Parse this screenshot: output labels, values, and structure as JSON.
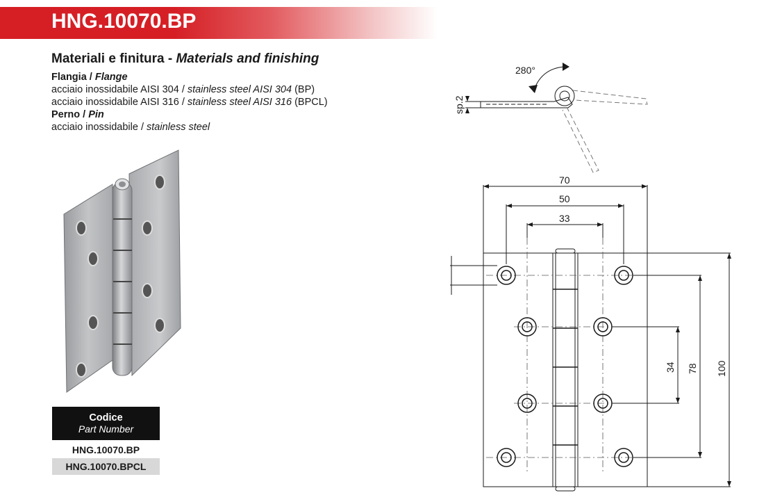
{
  "header": {
    "title": "HNG.10070.BP",
    "band_color": "#d51f25"
  },
  "materials": {
    "heading_it": "Materiali e finitura - ",
    "heading_en": "Materials and finishing",
    "flange_it": "Flangia / ",
    "flange_en": "Flange",
    "flange_line1_a": "acciaio inossidabile AISI 304 / ",
    "flange_line1_b": "stainless steel AISI 304",
    "flange_line1_c": " (BP)",
    "flange_line2_a": "acciaio inossidabile AISI 316 / ",
    "flange_line2_b": "stainless steel AISI 316",
    "flange_line2_c": " (BPCL)",
    "pin_it": "Perno / ",
    "pin_en": "Pin",
    "pin_line_a": "acciaio inossidabile / ",
    "pin_line_b": "stainless steel"
  },
  "codes": {
    "header_it": "Codice",
    "header_en": "Part Number",
    "rows": [
      "HNG.10070.BP",
      "HNG.10070.BPCL"
    ]
  },
  "drawing": {
    "angle": "280°",
    "thickness": "sp.2",
    "dim_70": "70",
    "dim_50": "50",
    "dim_33": "33",
    "dim_34": "34",
    "dim_78": "78",
    "dim_100": "100"
  }
}
